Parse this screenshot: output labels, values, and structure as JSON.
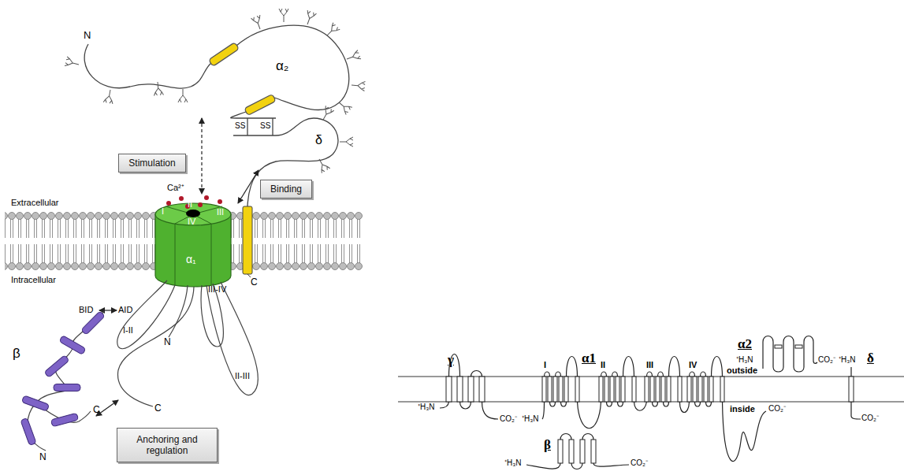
{
  "diagram": {
    "nodes": [
      {
        "text": [
          "Stimulation"
        ]
      },
      {
        "text": [
          "Binding"
        ]
      },
      {
        "text": [
          "Anchoring and regulation"
        ]
      }
    ],
    "labels": [
      "N",
      "α₂",
      "SS",
      "SS",
      "δ",
      "Ca²⁺",
      "Extracellular",
      "Intracellular",
      "I",
      "II",
      "IV",
      "III",
      "α₁",
      "C",
      "BID",
      "AID",
      "I-II",
      "N",
      "III-IV",
      "II-III",
      "C",
      "β",
      "N",
      "C",
      "γ",
      "α1",
      "α2",
      "δ",
      "I",
      "II",
      "III",
      "IV",
      "outside",
      "inside",
      "β",
      "⁺H₃N",
      "CO₂⁻",
      "⁺H₃N",
      "CO₂⁻",
      "⁺H₃N",
      "CO₂⁻",
      "⁺H₃N",
      "CO₂⁻",
      "⁺H₃N",
      "CO₂⁻"
    ]
  }
}
